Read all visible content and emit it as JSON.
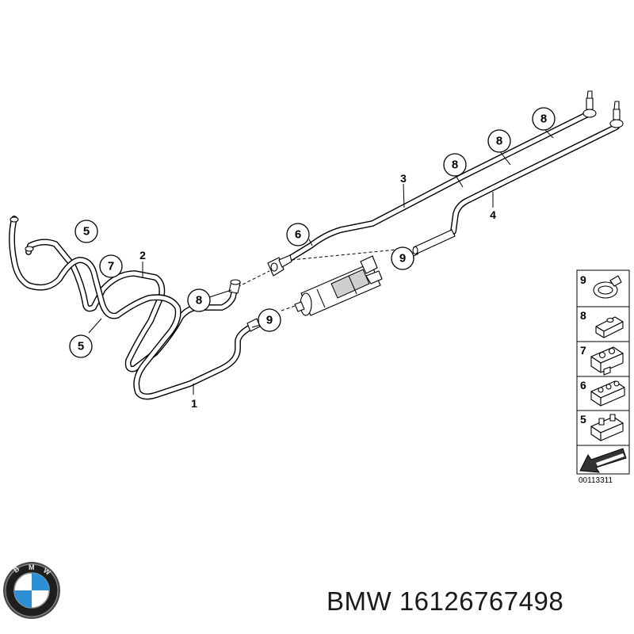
{
  "callouts": [
    {
      "id": "c8a",
      "label": "8"
    },
    {
      "id": "c8b",
      "label": "8"
    },
    {
      "id": "c8c",
      "label": "8"
    },
    {
      "id": "c8d",
      "label": "8"
    },
    {
      "id": "c6",
      "label": "6"
    },
    {
      "id": "c9a",
      "label": "9"
    },
    {
      "id": "c9b",
      "label": "9"
    },
    {
      "id": "c5a",
      "label": "5"
    },
    {
      "id": "c5b",
      "label": "5"
    },
    {
      "id": "c7",
      "label": "7"
    }
  ],
  "pipe_labels": {
    "p1": "1",
    "p2": "2",
    "p3": "3",
    "p4": "4"
  },
  "legend": {
    "items": [
      {
        "label": "9",
        "icon": "hose-clamp-icon"
      },
      {
        "label": "8",
        "icon": "single-clip-icon"
      },
      {
        "label": "7",
        "icon": "double-clip-icon"
      },
      {
        "label": "6",
        "icon": "triple-clip-icon"
      },
      {
        "label": "5",
        "icon": "twin-clip-icon"
      }
    ],
    "arrow_icon": "direction-arrow-icon",
    "code": "00113311"
  },
  "brand": {
    "logo_icon": "bmw-roundel-logo",
    "logo_text": "B M W"
  },
  "caption": "BMW 16126767498"
}
